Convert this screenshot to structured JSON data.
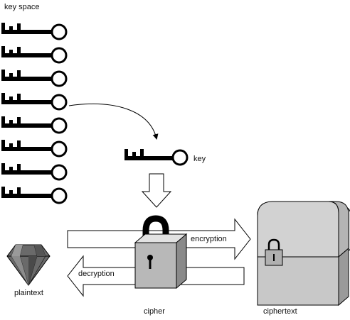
{
  "labels": {
    "key_space": "key space",
    "key": "key",
    "encryption": "encryption",
    "decryption": "decryption",
    "plaintext": "plaintext",
    "cipher": "cipher",
    "ciphertext": "ciphertext"
  },
  "key_space": {
    "key_count": 8,
    "selected_index": 3
  },
  "colors": {
    "key": "#000000",
    "arrow_fill": "#ffffff",
    "lock_body": "#b8b8b8",
    "lock_shackle": "#000000",
    "chest_body": "#c8c8c8",
    "gem": "#666666"
  }
}
